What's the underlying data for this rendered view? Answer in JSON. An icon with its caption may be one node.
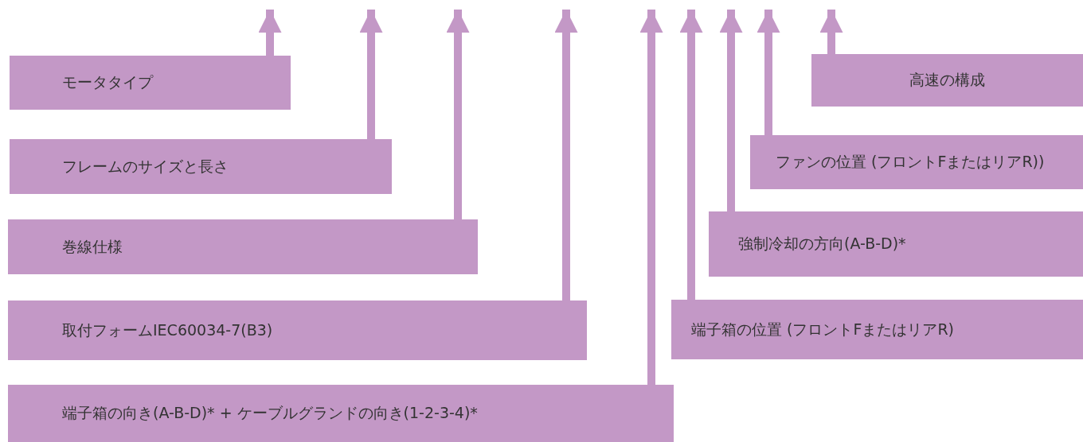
{
  "diagram": {
    "nodes": [
      {
        "text": [
          "モータタイプ"
        ]
      },
      {
        "text": [
          "フレームのサイズと長さ"
        ]
      },
      {
        "text": [
          "巻線仕様"
        ]
      },
      {
        "text": [
          "取付フォームIEC60034-7(B3)"
        ]
      },
      {
        "text": [
          "端子箱の向き(A-B-D)* + ケーブルグランドの向き(1-2-3-4)*"
        ]
      },
      {
        "text": [
          "高速の構成"
        ]
      },
      {
        "text": [
          "ファンの位置 (フロントFまたはリアR))"
        ]
      },
      {
        "text": [
          "強制冷却の方向(A-B-D)*"
        ]
      },
      {
        "text": [
          "端子箱の位置 (フロントFまたはリアR)"
        ]
      }
    ],
    "edges": [
      {
        "from": 0,
        "to": null,
        "arrow": "to"
      },
      {
        "from": 1,
        "to": null,
        "arrow": "to"
      },
      {
        "from": 2,
        "to": null,
        "arrow": "to"
      },
      {
        "from": 3,
        "to": null,
        "arrow": "to"
      },
      {
        "from": 4,
        "to": null,
        "arrow": "to"
      },
      {
        "from": 8,
        "to": null,
        "arrow": "to"
      },
      {
        "from": 7,
        "to": null,
        "arrow": "to"
      },
      {
        "from": 6,
        "to": null,
        "arrow": "to"
      },
      {
        "from": 5,
        "to": null,
        "arrow": "to"
      }
    ]
  }
}
